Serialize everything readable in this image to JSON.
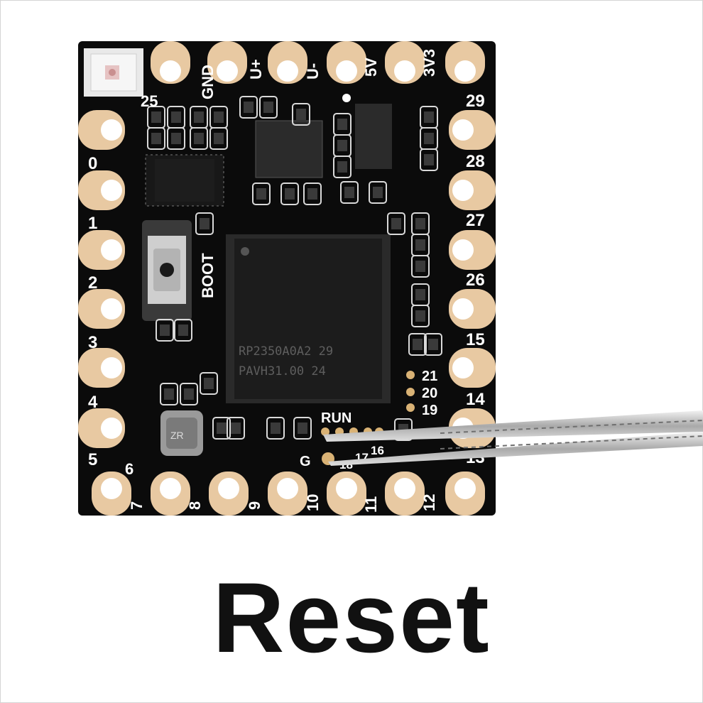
{
  "caption": "Reset",
  "colors": {
    "board": "#0b0b0b",
    "copper": "#e8c9a2",
    "silk": "#ffffff",
    "chip": "#1c1c1c",
    "background": "#ffffff"
  },
  "board": {
    "top_labels": [
      "GND",
      "U+",
      "U-",
      "5V",
      "3V3"
    ],
    "left_labels": [
      "0",
      "1",
      "2",
      "3",
      "4",
      "5"
    ],
    "right_labels": [
      "29",
      "28",
      "27",
      "26",
      "15",
      "14",
      "13"
    ],
    "bottom_labels": [
      "6",
      "7",
      "8",
      "9",
      "10",
      "11",
      "12"
    ],
    "pin25_label": "25",
    "boot_label": "BOOT",
    "run_label": "RUN",
    "ground_label": "G",
    "small_pin_labels": [
      "21",
      "20",
      "19"
    ],
    "small_pad_labels": [
      "18",
      "17",
      "16"
    ],
    "chip_line1": "RP2350A0A2  29",
    "chip_line2": "PAVH31.00   24"
  }
}
